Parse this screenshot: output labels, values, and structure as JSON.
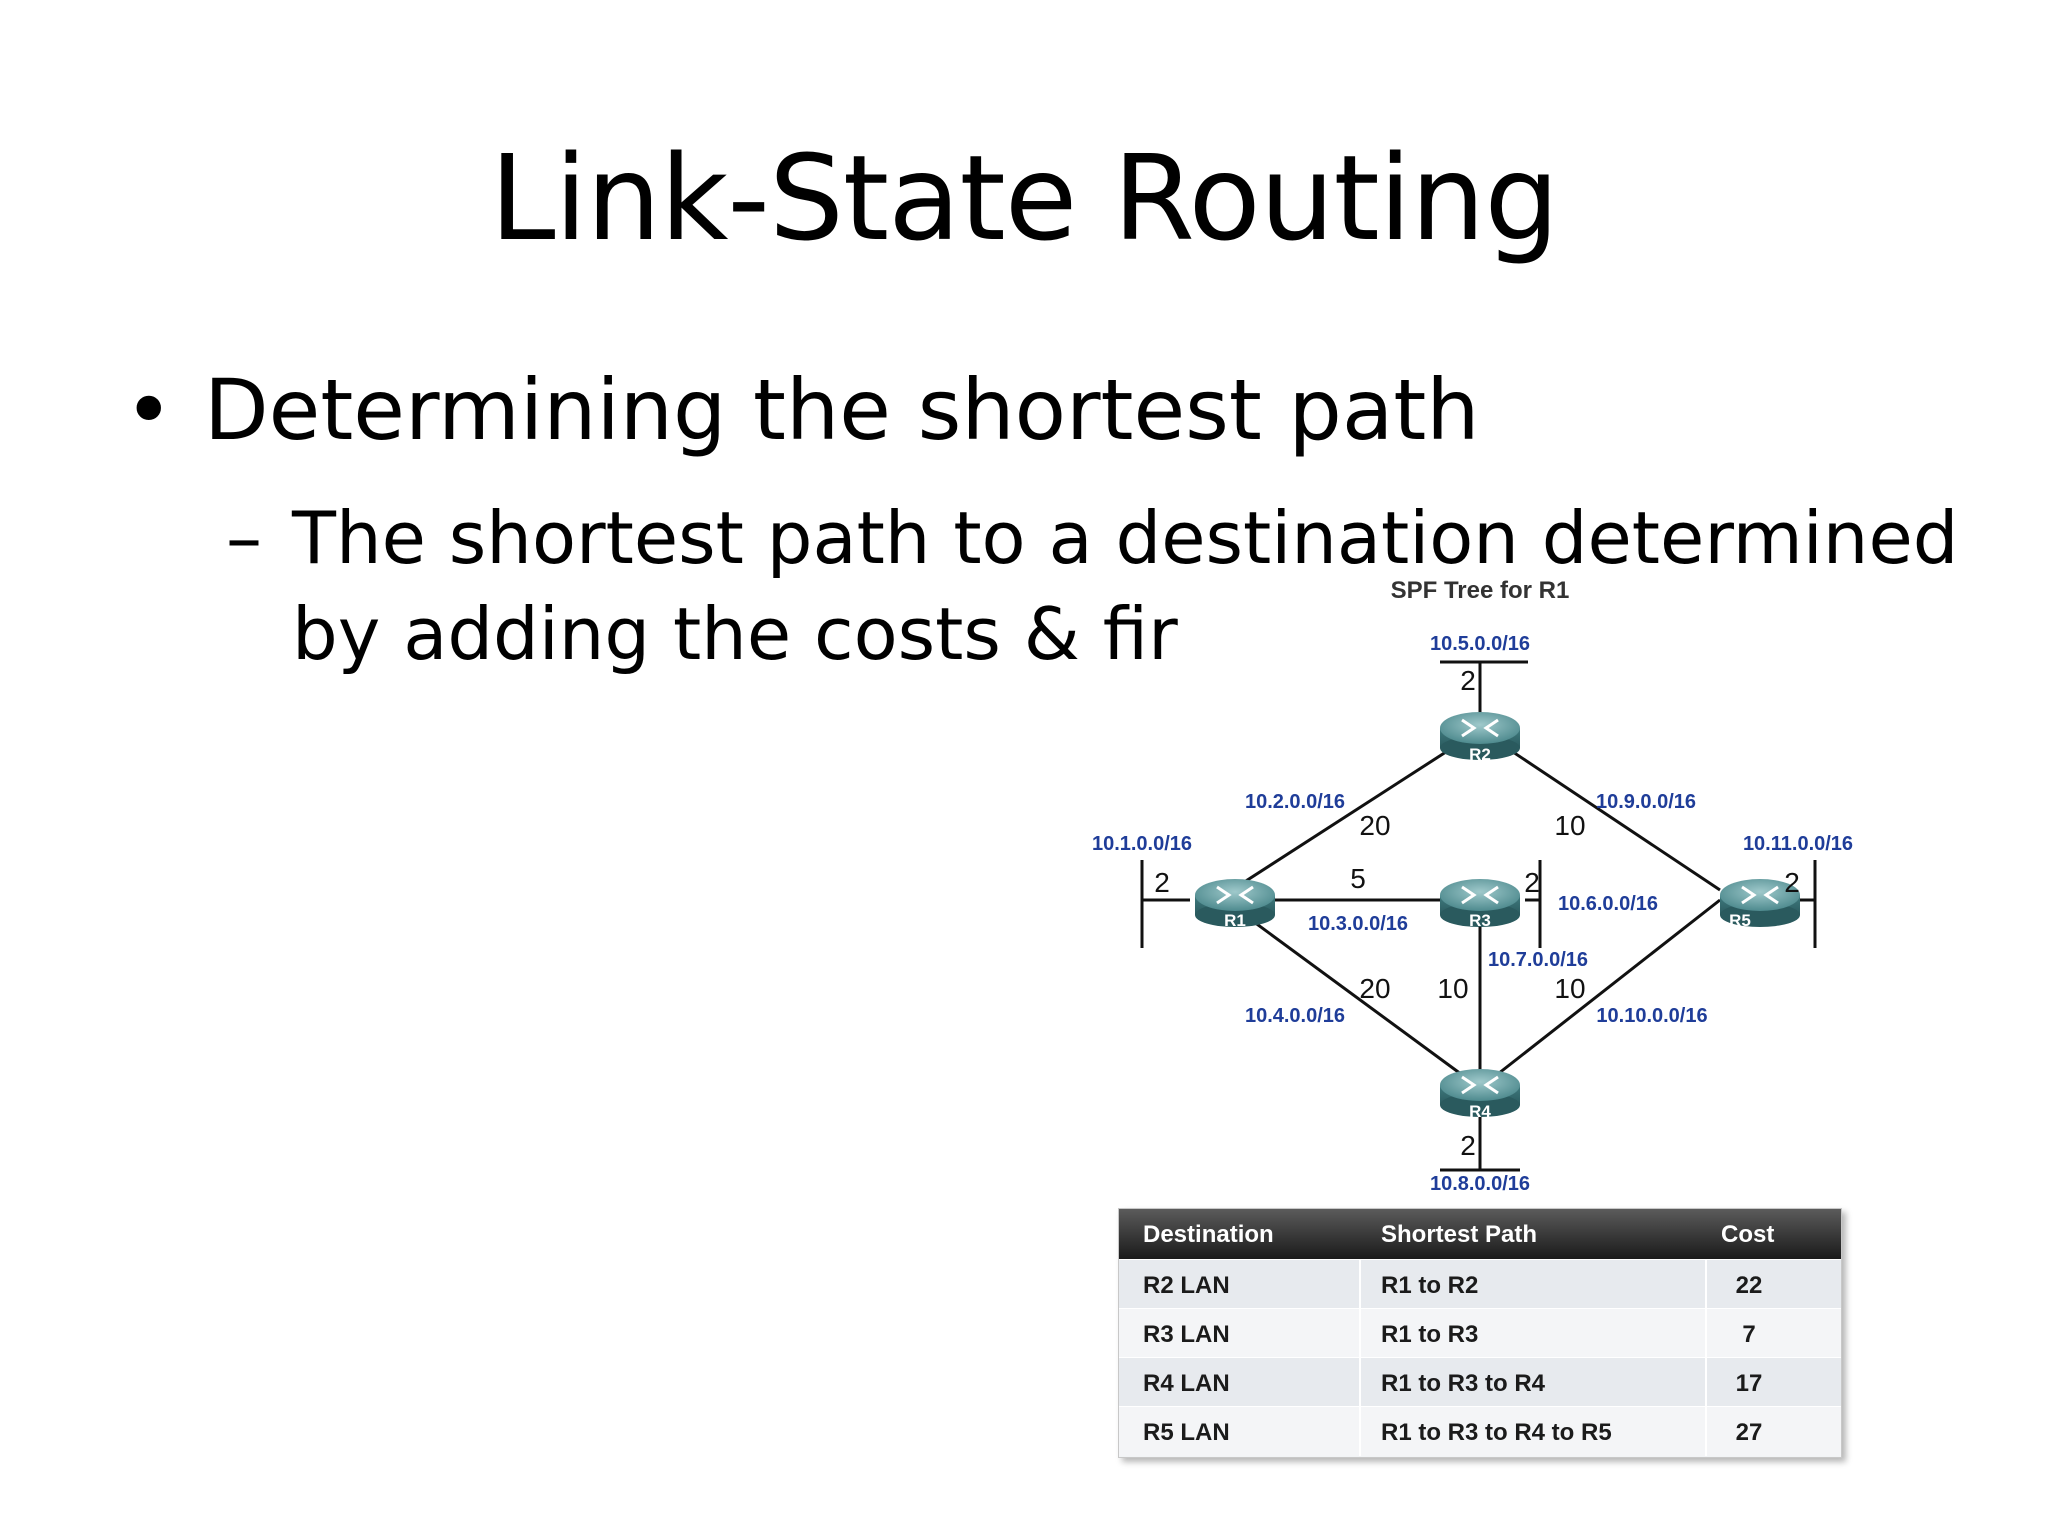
{
  "slide": {
    "title": "Link-State Routing",
    "bullet": "Determining the shortest path",
    "subbullet_dash": "–",
    "subbullet_line1": "The shortest path to a destination determined",
    "subbullet_line2": "by adding the costs & fir"
  },
  "diagram": {
    "title": "SPF Tree for R1",
    "routers": [
      "R1",
      "R2",
      "R3",
      "R4",
      "R5"
    ],
    "networks": {
      "n1": "10.1.0.0/16",
      "n2": "10.2.0.0/16",
      "n3": "10.3.0.0/16",
      "n4": "10.4.0.0/16",
      "n5": "10.5.0.0/16",
      "n6": "10.6.0.0/16",
      "n7": "10.7.0.0/16",
      "n8": "10.8.0.0/16",
      "n9": "10.9.0.0/16",
      "n10": "10.10.0.0/16",
      "n11": "10.11.0.0/16"
    },
    "costs": {
      "r1_lan": "2",
      "r2_lan": "2",
      "r3_lan": "2",
      "r4_lan": "2",
      "r5_lan": "2",
      "r1_r2": "20",
      "r1_r3": "5",
      "r1_r4": "20",
      "r2_r5": "10",
      "r3_r4": "10",
      "r4_r5": "10"
    },
    "colors": {
      "network_label": "#1f3d99",
      "router_body": "#4e8a8e"
    }
  },
  "table": {
    "headers": [
      "Destination",
      "Shortest Path",
      "Cost"
    ],
    "rows": [
      [
        "R2 LAN",
        "R1 to R2",
        "22"
      ],
      [
        "R3 LAN",
        "R1 to R3",
        "7"
      ],
      [
        "R4 LAN",
        "R1 to R3 to R4",
        "17"
      ],
      [
        "R5 LAN",
        "R1 to R3 to R4 to R5",
        "27"
      ]
    ]
  }
}
